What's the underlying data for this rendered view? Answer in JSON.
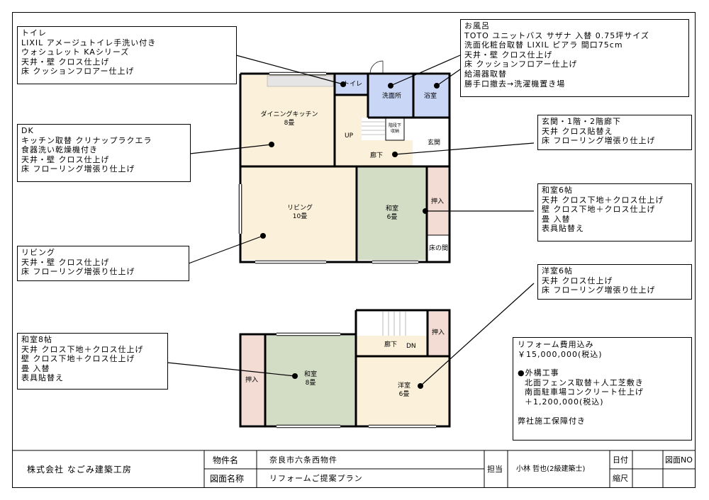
{
  "rooms": {
    "toilet": "トイレ",
    "washroom": "洗面所",
    "bathroom": "浴室",
    "dining_kitchen": "ダイニングキッチン",
    "dining_kitchen_size": "8畳",
    "up": "UP",
    "storage_under_stairs": "階段下\n収納",
    "hallway": "廊下",
    "entrance": "玄関",
    "living": "リビング",
    "living_size": "10畳",
    "washitsu1": "和室",
    "washitsu1_size": "6畳",
    "oshiire1": "押入",
    "tokonoma": "床の間",
    "oshiire2": "押入",
    "washitsu2": "和室",
    "washitsu2_size": "8畳",
    "hallway2": "廊下",
    "dn": "DN",
    "oshiire3": "押入",
    "youshitsu": "洋室",
    "youshitsu_size": "6畳"
  },
  "notes": {
    "toilet": [
      "トイレ",
      "LIXIL アメージュトイレ手洗い付き",
      "ウォシュレット KAシリーズ",
      "天井・壁 クロス仕上げ",
      "床 クッションフロアー仕上げ"
    ],
    "bath": [
      "お風呂",
      "TOTO ユニットバス サザナ 入替 0.75坪サイズ",
      "洗面化粧台取替 LIXIL ピアラ 間口75cm",
      "天井・壁 クロス仕上げ",
      "床 クッションフロアー仕上げ",
      "給湯器取替",
      "勝手口撤去→洗濯機置き場"
    ],
    "dk": [
      "DK",
      "キッチン取替 クリナップラクエラ",
      "食器洗い乾燥機付き",
      "天井・壁 クロス仕上げ",
      "床 フローリング増張り仕上げ"
    ],
    "entrance": [
      "玄関・1階・2階廊下",
      "天井 クロス貼替え",
      "床 フローリング増張り仕上げ"
    ],
    "washitsu6": [
      "和室6帖",
      "天井 クロス下地＋クロス仕上げ",
      "壁 クロス下地＋クロス仕上げ",
      "畳 入替",
      "表具貼替え"
    ],
    "living": [
      "リビング",
      "天井・壁 クロス仕上げ",
      "床 フローリング増張り仕上げ"
    ],
    "youshitsu6": [
      "洋室6帖",
      "天井 クロス仕上げ",
      "床 フローリング増張り仕上げ"
    ],
    "washitsu8": [
      "和室8帖",
      "天井 クロス下地＋クロス仕上げ",
      "壁 クロス下地＋クロス仕上げ",
      "畳 入替",
      "表具貼替え"
    ],
    "cost": [
      "リフォーム費用込み",
      "￥15,000,000(税込)",
      "",
      "●外構工事",
      "北面フェンス取替＋人工芝敷き",
      "南面駐車場コンクリート仕上げ",
      "＋1,200,000(税込)",
      "",
      "弊社施工保障付き"
    ]
  },
  "title_block": {
    "company": "株式会社 なごみ建築工房",
    "property_label": "物件名",
    "property_value": "奈良市六条西物件",
    "drawing_label": "図面名称",
    "drawing_value": "リフォームご提案プラン",
    "staff_label": "担当",
    "staff_value": "小林 哲也(2級建築士)",
    "date_label": "日付",
    "scale_label": "縮尺",
    "drawing_no_label": "図面NO"
  },
  "colors": {
    "tatami": "#d3dcc5",
    "flooring": "#fbf0d9",
    "wet": "#c9d6f5",
    "oshiire": "#f2dcd3",
    "wall": "#000000"
  }
}
